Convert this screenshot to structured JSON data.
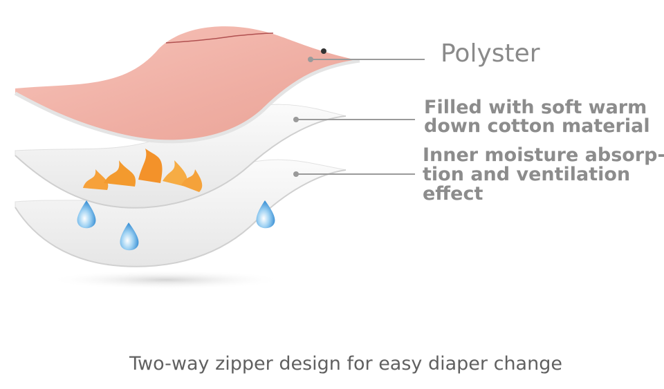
{
  "labels": {
    "polyster": "Polyster",
    "filled": [
      "Filled with soft warm",
      "down cotton material"
    ],
    "inner": [
      "Inner moisture absorp-",
      "tion and ventilation",
      "effect"
    ]
  },
  "caption": "Two-way zipper design for easy diaper change",
  "colors": {
    "outer_layer": "#f2b2a8",
    "cotton_layer": "#f4f4f4",
    "inner_layer": "#f0f0f0",
    "text": "#8a8a8a",
    "leader_line": "#9a9a9a",
    "flame": "#f5a23a",
    "water_drop": "#6fb7e8"
  },
  "icons": [
    "flame-icon",
    "water-drop-icon"
  ]
}
